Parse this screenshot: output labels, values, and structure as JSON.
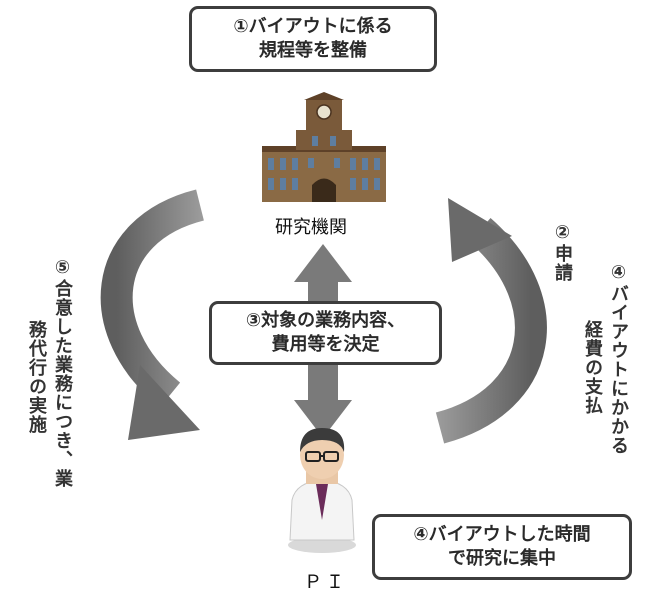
{
  "boxes": {
    "step1": [
      "①バイアウトに係る",
      "規程等を整備"
    ],
    "step3": [
      "③対象の業務内容、",
      "費用等を決定"
    ],
    "step4b": [
      "④バイアウトした時間",
      "で研究に集中"
    ]
  },
  "nodes": {
    "institution": "研究機関",
    "pi": "ＰＩ"
  },
  "vertical_labels": {
    "step2": "②申請",
    "step4": "④バイアウトにかかる",
    "step4_b": "経費の支払",
    "step5": "⑤合意した業務につき、業",
    "step5_b": "務代行の実施"
  },
  "colors": {
    "arrow": "#707070",
    "building": "#7a5a3a",
    "box_border": "#3d3d3d"
  }
}
